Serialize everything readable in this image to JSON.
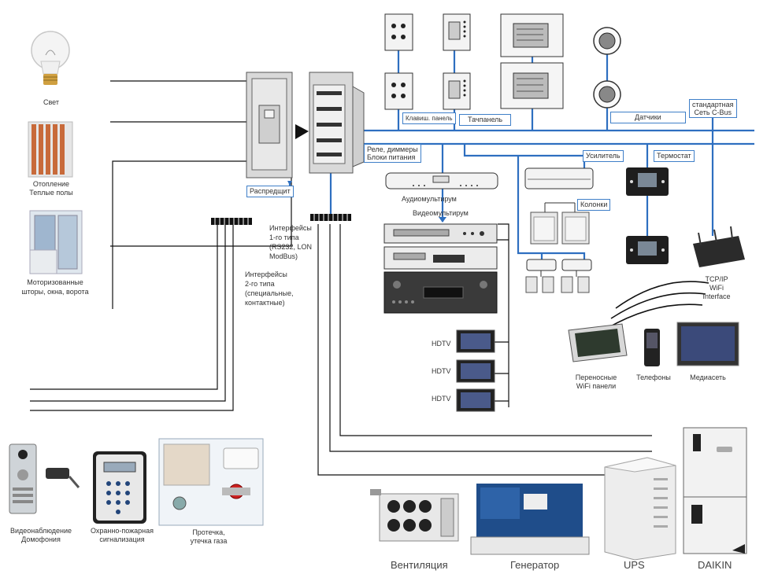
{
  "colors": {
    "bus": "#2e6fc0",
    "wire": "#111111",
    "device": "#d9d9d9",
    "screen": "#2a3440"
  },
  "labels": {
    "light": "Свет",
    "heating_1": "Отопление",
    "heating_2": "Теплые полы",
    "blinds_1": "Моторизованные",
    "blinds_2": "шторы, окна, ворота",
    "distribution": "Распредщит",
    "relay_1": "Реле, диммеры",
    "relay_2": "Блоки питания",
    "keypad": "Клавиш. панель",
    "touchpanel": "Тачпанель",
    "sensors": "Датчики",
    "cbus_1": "стандартная",
    "cbus_2": "Сеть C-Bus",
    "amplifier": "Усилитель",
    "thermostat": "Термостат",
    "audio_mux": "Аудиомультирум",
    "video_mux": "Видеомультирум",
    "speakers": "Колонки",
    "iface1_1": "Интерфейсы",
    "iface1_2": "1-го типа",
    "iface1_3": "(RS232, LON",
    "iface1_4": "ModBus)",
    "iface2_1": "Интерфейсы",
    "iface2_2": "2-го типа",
    "iface2_3": "(специальные,",
    "iface2_4": "контактные)",
    "hdtv_1": "HDTV",
    "hdtv_2": "HDTV",
    "hdtv_3": "HDTV",
    "tcpip_1": "TCP/IP",
    "tcpip_2": "WiFi",
    "tcpip_3": "Interface",
    "wifi_panels_1": "Переносные",
    "wifi_panels_2": "WiFi панели",
    "phones": "Телефоны",
    "media": "Медиасеть",
    "cctv_1": "Видеонаблюдение",
    "cctv_2": "Домофония",
    "alarm_1": "Охранно-пожарная",
    "alarm_2": "сигнализация",
    "leak_1": "Протечка,",
    "leak_2": "утечка газа",
    "ventilation": "Вентиляция",
    "generator": "Генератор",
    "ups": "UPS",
    "daikin": "DAIKIN"
  }
}
